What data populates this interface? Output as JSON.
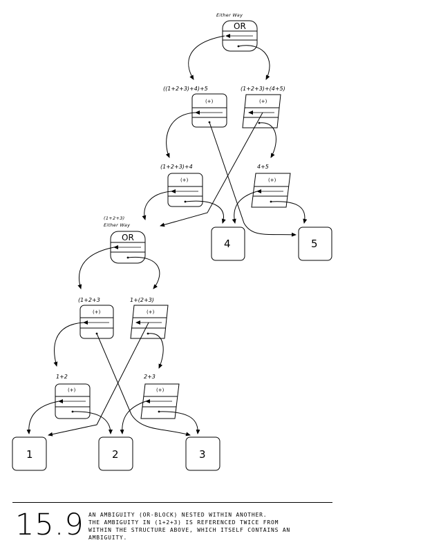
{
  "labels": {
    "top_or": "Either Way",
    "node_a": "((1+2+3)+4)+5",
    "node_b": "(1+2+3)+(4+5)",
    "node_c": "(1+2+3)+4",
    "node_d": "4+5",
    "or2_line1": "(1+2+3)",
    "or2_line2": "Either Way",
    "node_e": "(1+2+3",
    "node_f": "1+(2+3)",
    "node_g": "1+2",
    "node_h": "2+3"
  },
  "block_text": {
    "or": "OR",
    "plus": "(+)"
  },
  "leaves": {
    "one": "1",
    "two": "2",
    "three": "3",
    "four": "4",
    "five": "5"
  },
  "caption": {
    "number": "15.9",
    "line1": "An ambiguity (OR-block) nested within another.",
    "line2": "The ambiguity in (1+2+3) is referenced twice from",
    "line3": "within the structure above, which itself contains an",
    "line4": "ambiguity."
  }
}
